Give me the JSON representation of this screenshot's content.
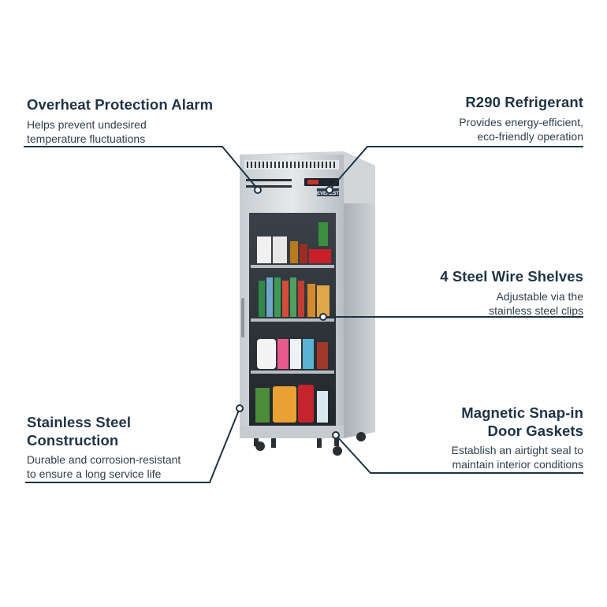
{
  "callouts": {
    "overheat": {
      "title": "Overheat Protection Alarm",
      "line1": "Helps prevent undesired",
      "line2": "temperature fluctuations"
    },
    "refrigerant": {
      "title": "R290 Refrigerant",
      "line1": "Provides energy-efficient,",
      "line2": "eco-friendly operation"
    },
    "shelves": {
      "title": "4 Steel Wire Shelves",
      "line1": "Adjustable via the",
      "line2": "stainless steel clips"
    },
    "construction": {
      "title1": "Stainless Steel",
      "title2": "Construction",
      "line1": "Durable and corrosion-resistant",
      "line2": "to ensure a long service life"
    },
    "gaskets": {
      "title1": "Magnetic Snap-in",
      "title2": "Door Gaskets",
      "line1": "Establish an airtight seal to",
      "line2": "maintain interior conditions"
    }
  },
  "product": {
    "brand_plate": "EVEREST",
    "icons": [
      "refrigerator-image",
      "control-panel-icon"
    ]
  },
  "colors": {
    "text": "#1f3344",
    "steel_light": "#d9dde0",
    "steel_dark": "#9aa1a7"
  }
}
